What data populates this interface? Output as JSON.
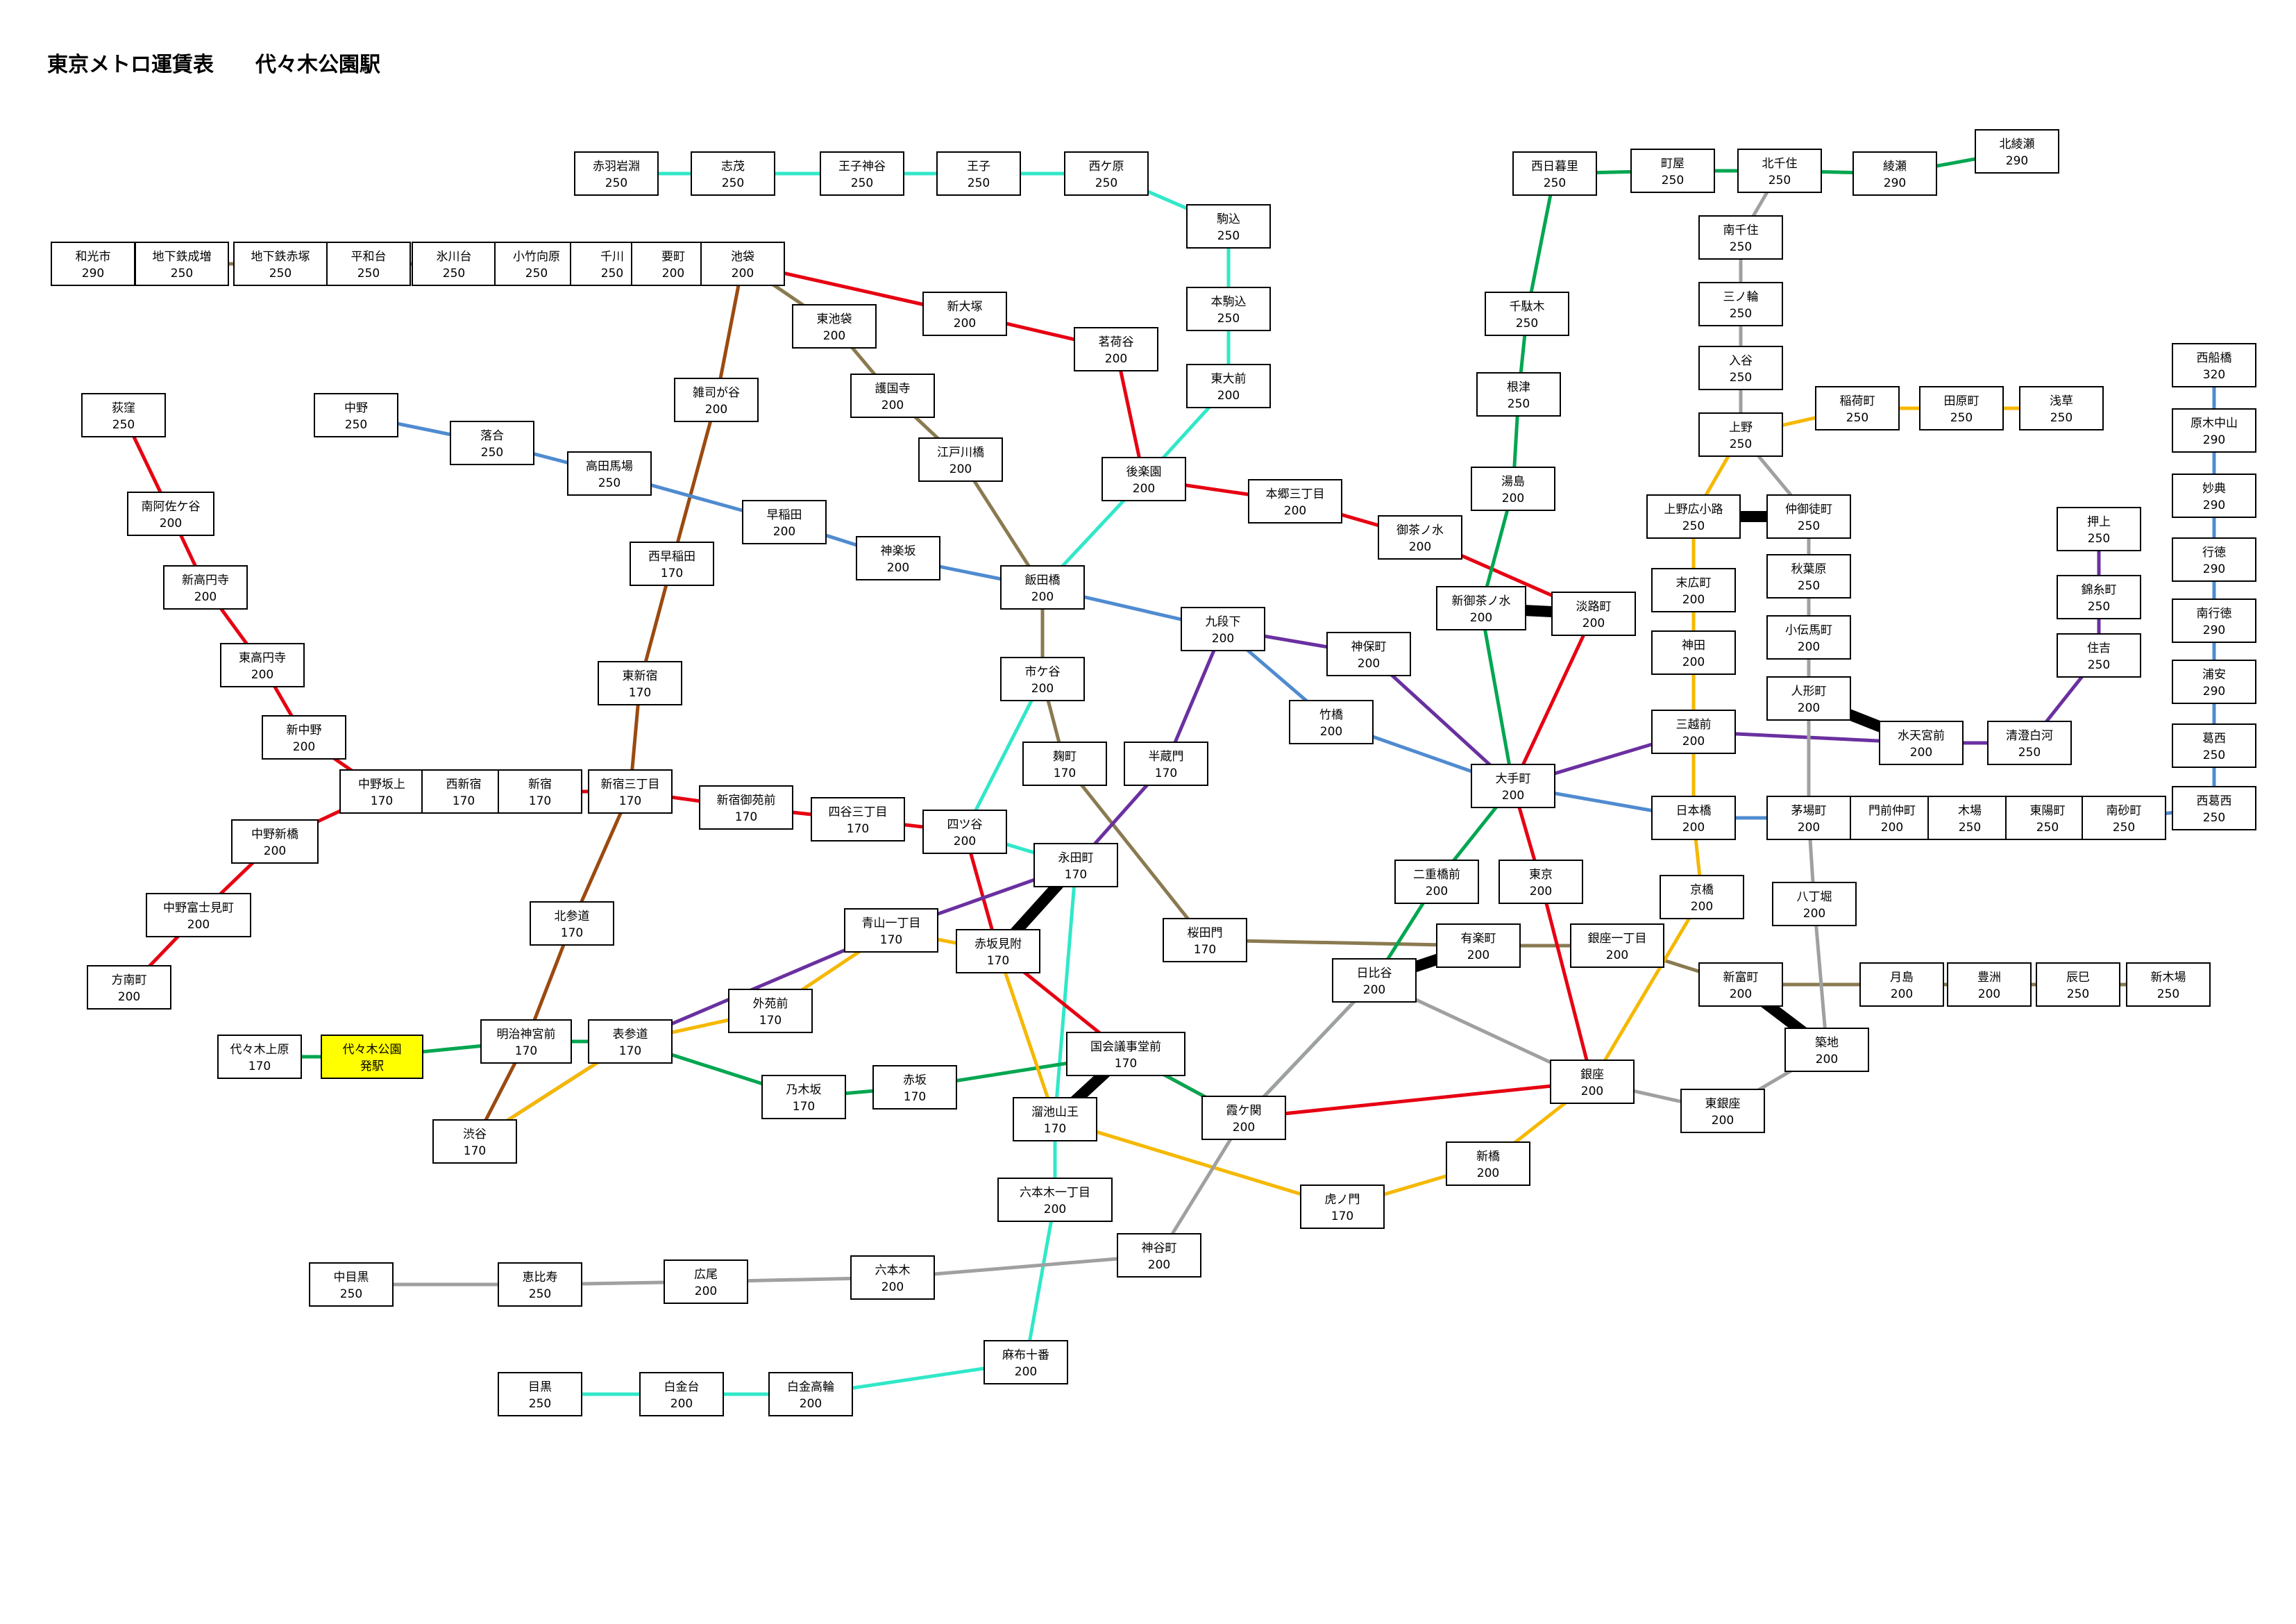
{
  "title": "東京メトロ運賃表　　代々木公園駅",
  "colors": {
    "chiyoda": "#00a650",
    "hibiya": "#a0a0a0",
    "marunouchi": "#e60012",
    "ginza": "#f5b800",
    "hanzomon": "#6a30a0",
    "namboku": "#30e8c8",
    "tozai": "#4f8bd0",
    "yurakucho": "#8a7a50",
    "fukutoshin": "#9b4a10",
    "transfer": "#000000",
    "origin": "#ffff00"
  },
  "stations": [
    {
      "id": "akabaneiwabuchi",
      "name": "赤羽岩淵",
      "fare": "250"
    },
    {
      "id": "shimo",
      "name": "志茂",
      "fare": "250"
    },
    {
      "id": "ojikamiya",
      "name": "王子神谷",
      "fare": "250"
    },
    {
      "id": "oji",
      "name": "王子",
      "fare": "250"
    },
    {
      "id": "nishigahara",
      "name": "西ケ原",
      "fare": "250"
    },
    {
      "id": "komagome",
      "name": "駒込",
      "fare": "250"
    },
    {
      "id": "honkomagome",
      "name": "本駒込",
      "fare": "250"
    },
    {
      "id": "todaimae",
      "name": "東大前",
      "fare": "200"
    },
    {
      "id": "wakoshi",
      "name": "和光市",
      "fare": "290"
    },
    {
      "id": "chikatetsunarimasu",
      "name": "地下鉄成増",
      "fare": "250"
    },
    {
      "id": "chikatetsuakatsuka",
      "name": "地下鉄赤塚",
      "fare": "250"
    },
    {
      "id": "heiwadai",
      "name": "平和台",
      "fare": "250"
    },
    {
      "id": "hikawadai",
      "name": "氷川台",
      "fare": "250"
    },
    {
      "id": "kotakemukaihara",
      "name": "小竹向原",
      "fare": "250"
    },
    {
      "id": "senkawa",
      "name": "千川",
      "fare": "250"
    },
    {
      "id": "kanamecho",
      "name": "要町",
      "fare": "200"
    },
    {
      "id": "ikebukuro",
      "name": "池袋",
      "fare": "200"
    },
    {
      "id": "shinotsuka",
      "name": "新大塚",
      "fare": "200"
    },
    {
      "id": "myogadani",
      "name": "茗荷谷",
      "fare": "200"
    },
    {
      "id": "higashiikebukuro",
      "name": "東池袋",
      "fare": "200"
    },
    {
      "id": "gokokuji",
      "name": "護国寺",
      "fare": "200"
    },
    {
      "id": "edogawabashi",
      "name": "江戸川橋",
      "fare": "200"
    },
    {
      "id": "zoshigaya",
      "name": "雑司が谷",
      "fare": "200"
    },
    {
      "id": "ogikubo",
      "name": "荻窪",
      "fare": "250"
    },
    {
      "id": "nakano",
      "name": "中野",
      "fare": "250"
    },
    {
      "id": "ochiai",
      "name": "落合",
      "fare": "250"
    },
    {
      "id": "takadanobaba",
      "name": "高田馬場",
      "fare": "250"
    },
    {
      "id": "waseda",
      "name": "早稲田",
      "fare": "200"
    },
    {
      "id": "kagurazaka",
      "name": "神楽坂",
      "fare": "200"
    },
    {
      "id": "minamiasagaya",
      "name": "南阿佐ケ谷",
      "fare": "200"
    },
    {
      "id": "shinkoenji",
      "name": "新高円寺",
      "fare": "200"
    },
    {
      "id": "higashikoenji",
      "name": "東高円寺",
      "fare": "200"
    },
    {
      "id": "shinnakano",
      "name": "新中野",
      "fare": "200"
    },
    {
      "id": "nakanosakaue",
      "name": "中野坂上",
      "fare": "170"
    },
    {
      "id": "nishishinjuku",
      "name": "西新宿",
      "fare": "170"
    },
    {
      "id": "shinjuku",
      "name": "新宿",
      "fare": "170"
    },
    {
      "id": "shinjukusanchome",
      "name": "新宿三丁目",
      "fare": "170"
    },
    {
      "id": "shinjukugyoenmae",
      "name": "新宿御苑前",
      "fare": "170"
    },
    {
      "id": "yotsuyasanchome",
      "name": "四谷三丁目",
      "fare": "170"
    },
    {
      "id": "yotsuya",
      "name": "四ツ谷",
      "fare": "200"
    },
    {
      "id": "nakanoshimbashi",
      "name": "中野新橋",
      "fare": "200"
    },
    {
      "id": "nakanofujimicho",
      "name": "中野富士見町",
      "fare": "200"
    },
    {
      "id": "honancho",
      "name": "方南町",
      "fare": "200"
    },
    {
      "id": "nishiwaseda",
      "name": "西早稲田",
      "fare": "170"
    },
    {
      "id": "higashishinjuku",
      "name": "東新宿",
      "fare": "170"
    },
    {
      "id": "kitasando",
      "name": "北参道",
      "fare": "170"
    },
    {
      "id": "meijijingumae",
      "name": "明治神宮前",
      "fare": "170"
    },
    {
      "id": "yoyogiuehara",
      "name": "代々木上原",
      "fare": "170"
    },
    {
      "id": "yoyogikoen",
      "name": "代々木公園",
      "fare": "発駅",
      "origin": true
    },
    {
      "id": "omotesando",
      "name": "表参道",
      "fare": "170"
    },
    {
      "id": "shibuya",
      "name": "渋谷",
      "fare": "170"
    },
    {
      "id": "gaienmae",
      "name": "外苑前",
      "fare": "170"
    },
    {
      "id": "aoyamaitchome",
      "name": "青山一丁目",
      "fare": "170"
    },
    {
      "id": "akasakamitsuke",
      "name": "赤坂見附",
      "fare": "170"
    },
    {
      "id": "nogizaka",
      "name": "乃木坂",
      "fare": "170"
    },
    {
      "id": "akasaka",
      "name": "赤坂",
      "fare": "170"
    },
    {
      "id": "kokkaigijidomae",
      "name": "国会議事堂前",
      "fare": "170"
    },
    {
      "id": "tameikesanno",
      "name": "溜池山王",
      "fare": "170"
    },
    {
      "id": "kasumigaseki",
      "name": "霞ケ関",
      "fare": "200"
    },
    {
      "id": "roppongiitchome",
      "name": "六本木一丁目",
      "fare": "200"
    },
    {
      "id": "azabujuban",
      "name": "麻布十番",
      "fare": "200"
    },
    {
      "id": "nagatacho",
      "name": "永田町",
      "fare": "170"
    },
    {
      "id": "kojimachi",
      "name": "麹町",
      "fare": "170"
    },
    {
      "id": "hanzomon",
      "name": "半蔵門",
      "fare": "170"
    },
    {
      "id": "ichigaya",
      "name": "市ケ谷",
      "fare": "200"
    },
    {
      "id": "iidabashi",
      "name": "飯田橋",
      "fare": "200"
    },
    {
      "id": "korakuen",
      "name": "後楽園",
      "fare": "200"
    },
    {
      "id": "hongosanchome",
      "name": "本郷三丁目",
      "fare": "200"
    },
    {
      "id": "ochanomizu",
      "name": "御茶ノ水",
      "fare": "200"
    },
    {
      "id": "kudanshita",
      "name": "九段下",
      "fare": "200"
    },
    {
      "id": "jimbocho",
      "name": "神保町",
      "fare": "200"
    },
    {
      "id": "takebashi",
      "name": "竹橋",
      "fare": "200"
    },
    {
      "id": "sakuradamon",
      "name": "桜田門",
      "fare": "170"
    },
    {
      "id": "naka_meguro",
      "name": "中目黒",
      "fare": "250"
    },
    {
      "id": "ebisu",
      "name": "恵比寿",
      "fare": "250"
    },
    {
      "id": "hiroo",
      "name": "広尾",
      "fare": "200"
    },
    {
      "id": "roppongi",
      "name": "六本木",
      "fare": "200"
    },
    {
      "id": "kamiyacho",
      "name": "神谷町",
      "fare": "200"
    },
    {
      "id": "meguro",
      "name": "目黒",
      "fare": "250"
    },
    {
      "id": "shirokanedai",
      "name": "白金台",
      "fare": "200"
    },
    {
      "id": "shirokanetakanawa",
      "name": "白金高輪",
      "fare": "200"
    },
    {
      "id": "toranomon",
      "name": "虎ノ門",
      "fare": "170"
    },
    {
      "id": "shimbashi",
      "name": "新橋",
      "fare": "200"
    },
    {
      "id": "ginza",
      "name": "銀座",
      "fare": "200"
    },
    {
      "id": "higashiginza",
      "name": "東銀座",
      "fare": "200"
    },
    {
      "id": "hibiya",
      "name": "日比谷",
      "fare": "200"
    },
    {
      "id": "yurakucho",
      "name": "有楽町",
      "fare": "200"
    },
    {
      "id": "ginzaitchome",
      "name": "銀座一丁目",
      "fare": "200"
    },
    {
      "id": "nijubashimae",
      "name": "二重橋前",
      "fare": "200"
    },
    {
      "id": "tokyo",
      "name": "東京",
      "fare": "200"
    },
    {
      "id": "otemachi",
      "name": "大手町",
      "fare": "200"
    },
    {
      "id": "kyobashi",
      "name": "京橋",
      "fare": "200"
    },
    {
      "id": "nihombashi",
      "name": "日本橋",
      "fare": "200"
    },
    {
      "id": "mitsukoshimae",
      "name": "三越前",
      "fare": "200"
    },
    {
      "id": "kanda",
      "name": "神田",
      "fare": "200"
    },
    {
      "id": "suehirocho",
      "name": "末広町",
      "fare": "200"
    },
    {
      "id": "uenohirokoji",
      "name": "上野広小路",
      "fare": "250"
    },
    {
      "id": "ueno",
      "name": "上野",
      "fare": "250"
    },
    {
      "id": "inaricho",
      "name": "稲荷町",
      "fare": "250"
    },
    {
      "id": "tawaramachi",
      "name": "田原町",
      "fare": "250"
    },
    {
      "id": "asakusa",
      "name": "浅草",
      "fare": "250"
    },
    {
      "id": "nishinippori",
      "name": "西日暮里",
      "fare": "250"
    },
    {
      "id": "machiya",
      "name": "町屋",
      "fare": "250"
    },
    {
      "id": "kitasenju",
      "name": "北千住",
      "fare": "250"
    },
    {
      "id": "ayase",
      "name": "綾瀬",
      "fare": "290"
    },
    {
      "id": "kitaayase",
      "name": "北綾瀬",
      "fare": "290"
    },
    {
      "id": "sendagi",
      "name": "千駄木",
      "fare": "250"
    },
    {
      "id": "nezu",
      "name": "根津",
      "fare": "250"
    },
    {
      "id": "yushima",
      "name": "湯島",
      "fare": "200"
    },
    {
      "id": "shinochanomizu",
      "name": "新御茶ノ水",
      "fare": "200"
    },
    {
      "id": "awajicho",
      "name": "淡路町",
      "fare": "200"
    },
    {
      "id": "minamisenju",
      "name": "南千住",
      "fare": "250"
    },
    {
      "id": "minowa",
      "name": "三ノ輪",
      "fare": "250"
    },
    {
      "id": "iriya",
      "name": "入谷",
      "fare": "250"
    },
    {
      "id": "nakaokachimachi",
      "name": "仲御徒町",
      "fare": "250"
    },
    {
      "id": "akihabara",
      "name": "秋葉原",
      "fare": "250"
    },
    {
      "id": "kodemmacho",
      "name": "小伝馬町",
      "fare": "200"
    },
    {
      "id": "ningyocho",
      "name": "人形町",
      "fare": "200"
    },
    {
      "id": "suitengumae",
      "name": "水天宮前",
      "fare": "200"
    },
    {
      "id": "kiyosumishirakawa",
      "name": "清澄白河",
      "fare": "250"
    },
    {
      "id": "sumiyoshi",
      "name": "住吉",
      "fare": "250"
    },
    {
      "id": "kinshicho",
      "name": "錦糸町",
      "fare": "250"
    },
    {
      "id": "oshiage",
      "name": "押上",
      "fare": "250"
    },
    {
      "id": "kayabacho",
      "name": "茅場町",
      "fare": "200"
    },
    {
      "id": "monzennakacho",
      "name": "門前仲町",
      "fare": "200"
    },
    {
      "id": "kiba",
      "name": "木場",
      "fare": "250"
    },
    {
      "id": "toyocho",
      "name": "東陽町",
      "fare": "250"
    },
    {
      "id": "minamisunamachi",
      "name": "南砂町",
      "fare": "250"
    },
    {
      "id": "nishikasai",
      "name": "西葛西",
      "fare": "250"
    },
    {
      "id": "kasai",
      "name": "葛西",
      "fare": "250"
    },
    {
      "id": "urayasu",
      "name": "浦安",
      "fare": "290"
    },
    {
      "id": "minamigyotoku",
      "name": "南行徳",
      "fare": "290"
    },
    {
      "id": "gyotoku",
      "name": "行徳",
      "fare": "290"
    },
    {
      "id": "myoden",
      "name": "妙典",
      "fare": "290"
    },
    {
      "id": "barakinakayama",
      "name": "原木中山",
      "fare": "290"
    },
    {
      "id": "nishifunabashi",
      "name": "西船橋",
      "fare": "320"
    },
    {
      "id": "hatchobori",
      "name": "八丁堀",
      "fare": "200"
    },
    {
      "id": "tsukiji",
      "name": "築地",
      "fare": "200"
    },
    {
      "id": "shintomicho",
      "name": "新富町",
      "fare": "200"
    },
    {
      "id": "tsukishima",
      "name": "月島",
      "fare": "200"
    },
    {
      "id": "toyosu",
      "name": "豊洲",
      "fare": "200"
    },
    {
      "id": "tatsumi",
      "name": "辰巳",
      "fare": "250"
    },
    {
      "id": "shinkiba",
      "name": "新木場",
      "fare": "250"
    }
  ]
}
